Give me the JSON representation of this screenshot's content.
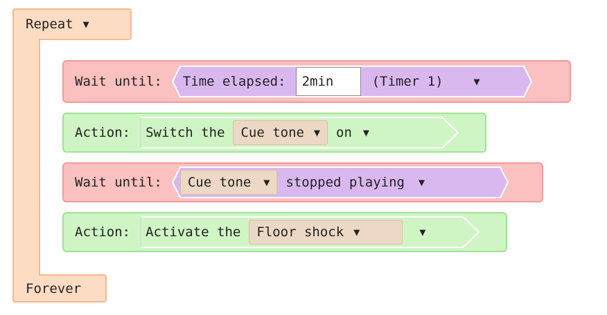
{
  "loop": {
    "start_label": "Repeat",
    "end_label": "Forever"
  },
  "blocks": [
    {
      "kind": "wait",
      "label": "Wait until:",
      "condition_text": "Time elapsed:",
      "value": "2min",
      "timer": "(Timer 1)"
    },
    {
      "kind": "action",
      "label": "Action:",
      "prefix": "Switch the",
      "device": "Cue tone",
      "state": "on"
    },
    {
      "kind": "wait",
      "label": "Wait until:",
      "device": "Cue tone",
      "event": "stopped playing"
    },
    {
      "kind": "action",
      "label": "Action:",
      "prefix": "Activate the",
      "device": "Floor shock"
    }
  ],
  "icons": {
    "dropdown": "▼"
  },
  "colors": {
    "loop_fill": "#fddcc4",
    "wait_fill": "#fbc0c0",
    "action_fill": "#cff5c4",
    "condition_fill": "#d9b8ef",
    "device_fill": "#ecd8c4"
  }
}
